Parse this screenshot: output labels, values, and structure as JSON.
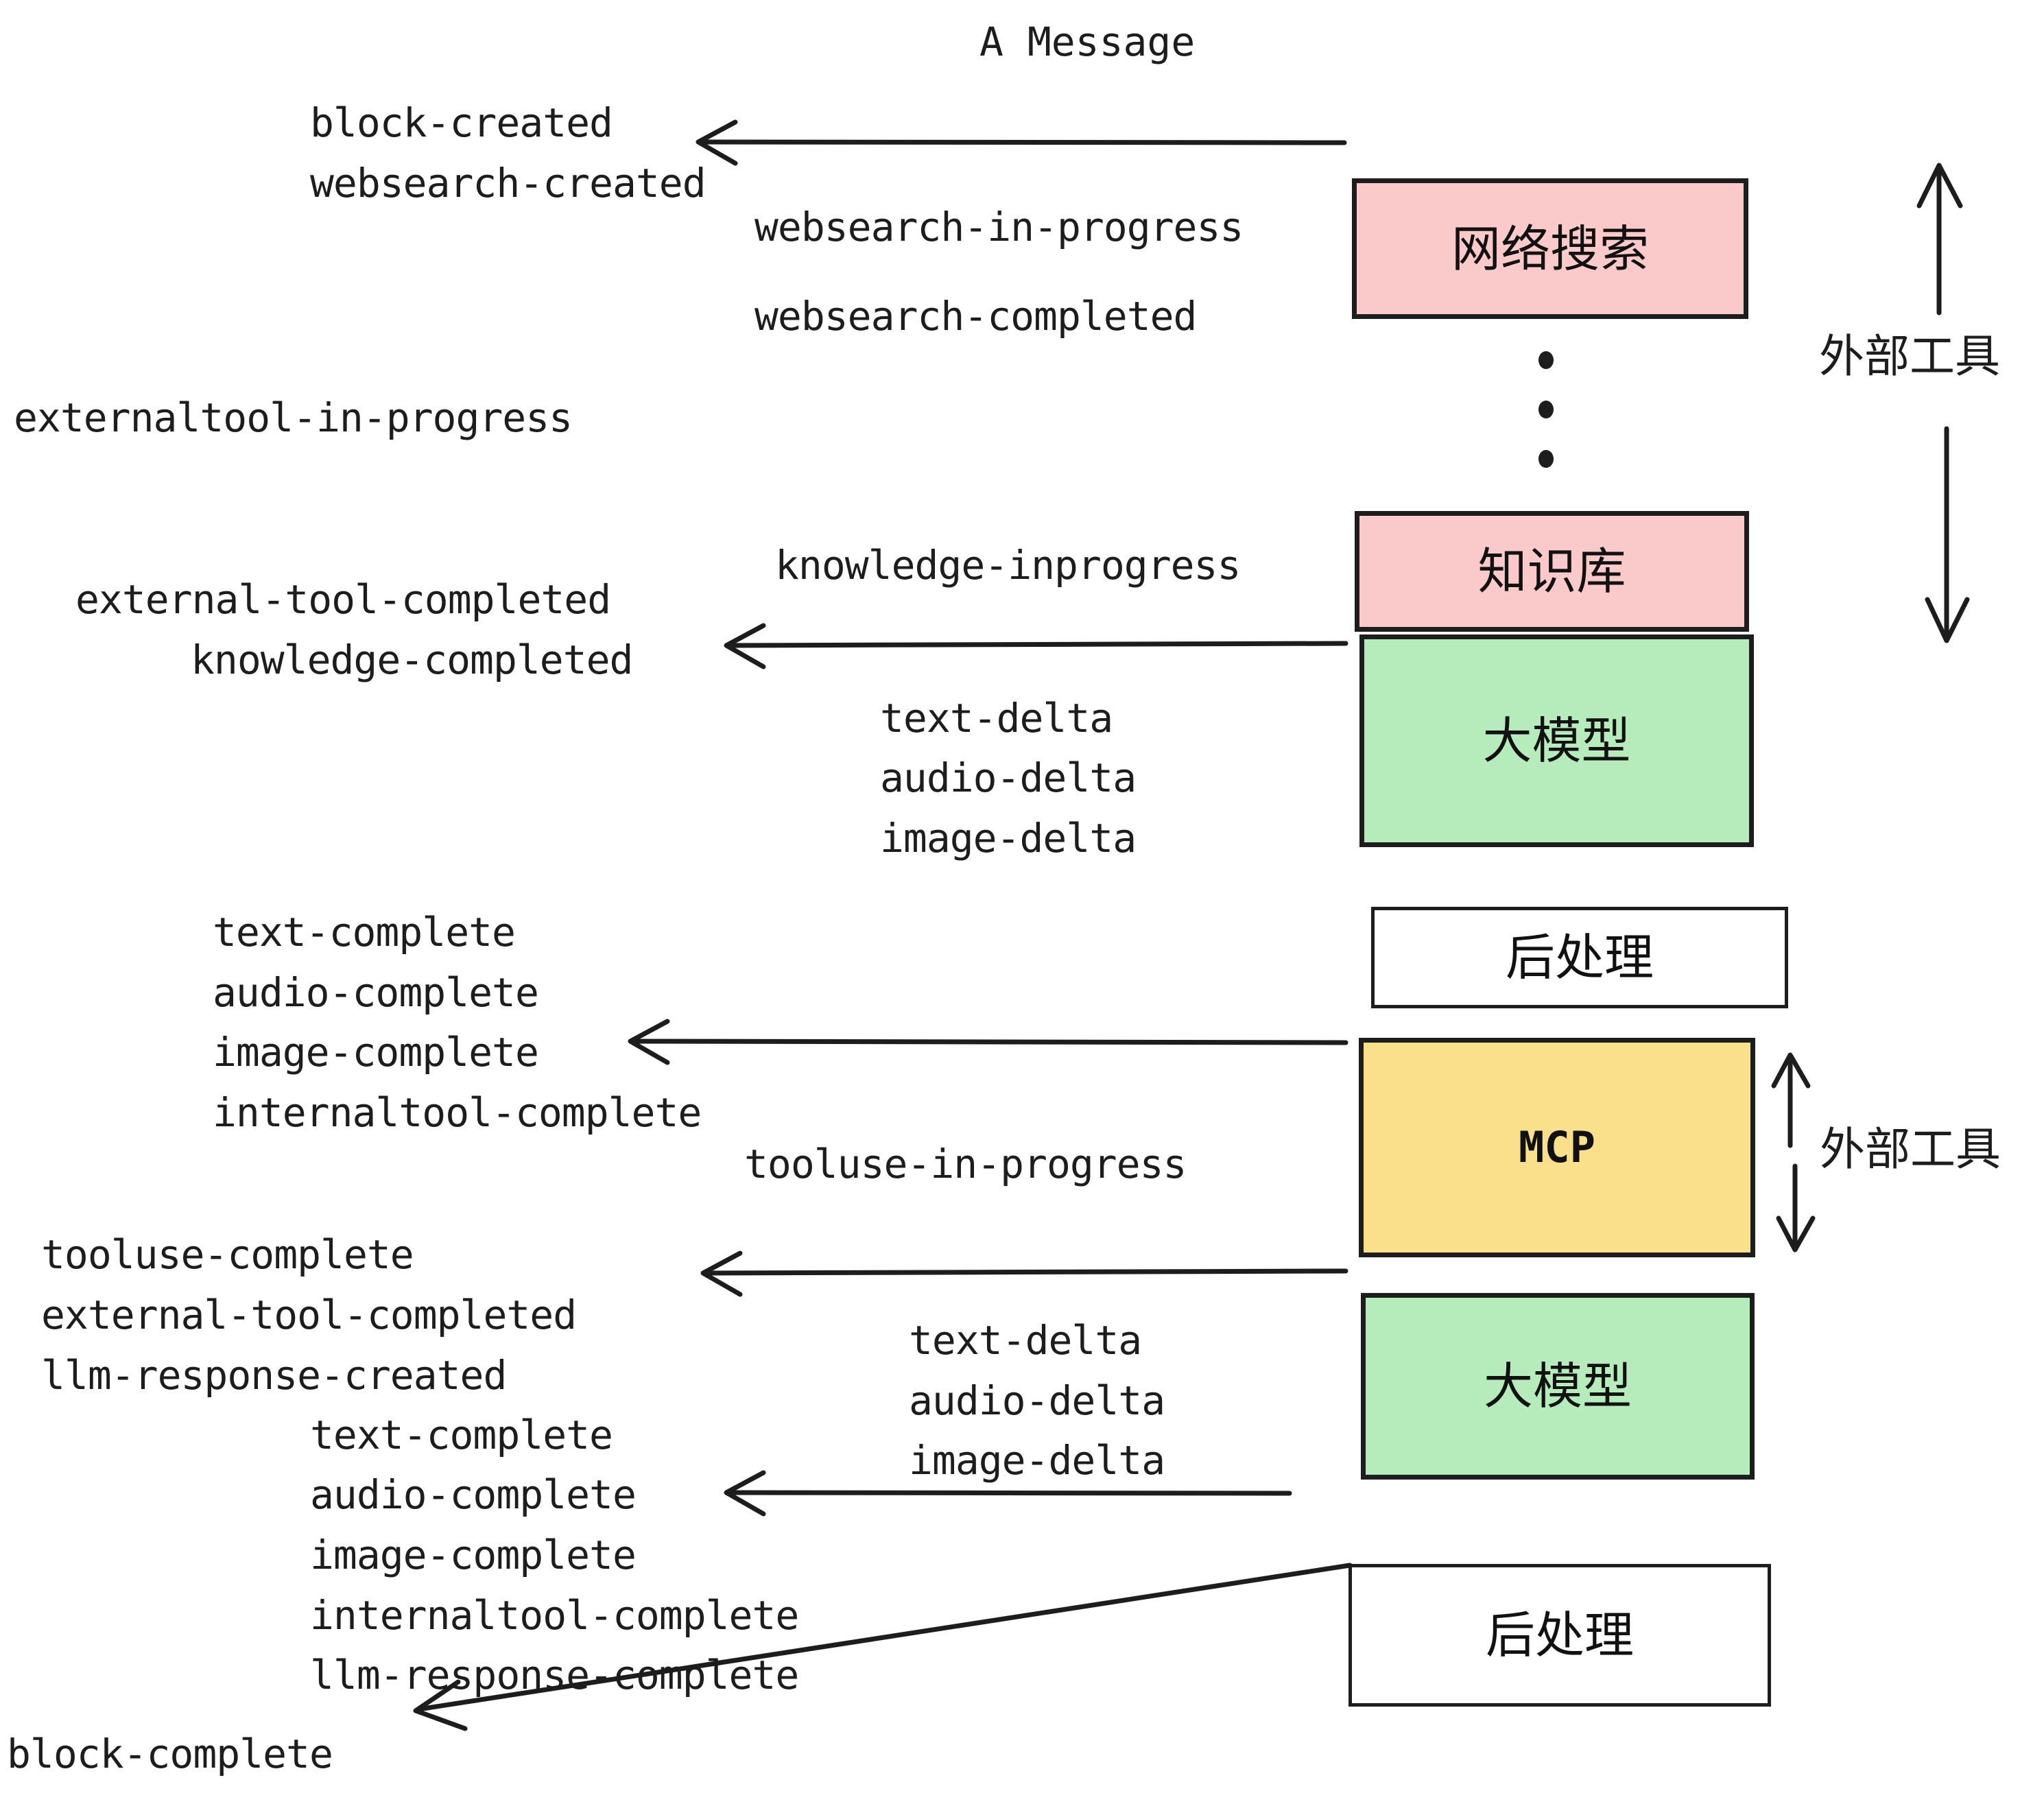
{
  "diagram": {
    "title": "A Message",
    "boxes": [
      {
        "id": "websearch",
        "label": "网络搜索",
        "color": "#fac9c9",
        "kind": "cn"
      },
      {
        "id": "knowledge",
        "label": "知识库",
        "color": "#fac9c9",
        "kind": "cn"
      },
      {
        "id": "llm-1",
        "label": "大模型",
        "color": "#b6ecbb",
        "kind": "cn"
      },
      {
        "id": "postprocess-1",
        "label": "后处理",
        "color": "#ffffff",
        "kind": "cn"
      },
      {
        "id": "mcp",
        "label": "MCP",
        "color": "#fae08a",
        "kind": "en"
      },
      {
        "id": "llm-2",
        "label": "大模型",
        "color": "#b6ecbb",
        "kind": "cn"
      },
      {
        "id": "postprocess-2",
        "label": "后处理",
        "color": "#ffffff",
        "kind": "cn"
      }
    ],
    "side_labels": [
      {
        "id": "external-tool-top",
        "text": "外部工具"
      },
      {
        "id": "external-tool-bottom",
        "text": "外部工具"
      }
    ],
    "events": [
      {
        "id": "block-created",
        "text": "block-created"
      },
      {
        "id": "websearch-created",
        "text": "websearch-created"
      },
      {
        "id": "websearch-in-progress",
        "text": "websearch-in-progress"
      },
      {
        "id": "websearch-completed",
        "text": "websearch-completed"
      },
      {
        "id": "externaltool-in-progress",
        "text": "externaltool-in-progress"
      },
      {
        "id": "knowledge-inprogress",
        "text": "knowledge-inprogress"
      },
      {
        "id": "external-tool-completed-1",
        "text": "external-tool-completed"
      },
      {
        "id": "knowledge-completed",
        "text": "knowledge-completed"
      },
      {
        "id": "text-delta-1",
        "text": "text-delta"
      },
      {
        "id": "audio-delta-1",
        "text": "audio-delta"
      },
      {
        "id": "image-delta-1",
        "text": "image-delta"
      },
      {
        "id": "text-complete-1",
        "text": "text-complete"
      },
      {
        "id": "audio-complete-1",
        "text": "audio-complete"
      },
      {
        "id": "image-complete-1",
        "text": "image-complete"
      },
      {
        "id": "internaltool-complete-1",
        "text": "internaltool-complete"
      },
      {
        "id": "tooluse-in-progress",
        "text": "tooluse-in-progress"
      },
      {
        "id": "tooluse-complete",
        "text": "tooluse-complete"
      },
      {
        "id": "external-tool-completed-2",
        "text": "external-tool-completed"
      },
      {
        "id": "llm-response-created",
        "text": "llm-response-created"
      },
      {
        "id": "text-delta-2",
        "text": "text-delta"
      },
      {
        "id": "audio-delta-2",
        "text": "audio-delta"
      },
      {
        "id": "image-delta-2",
        "text": "image-delta"
      },
      {
        "id": "text-complete-2",
        "text": "text-complete"
      },
      {
        "id": "audio-complete-2",
        "text": "audio-complete"
      },
      {
        "id": "image-complete-2",
        "text": "image-complete"
      },
      {
        "id": "internaltool-complete-2",
        "text": "internaltool-complete"
      },
      {
        "id": "llm-response-complete",
        "text": "llm-response-complete"
      },
      {
        "id": "block-complete",
        "text": "block-complete"
      }
    ],
    "colors": {
      "pink": "#fac9c9",
      "green": "#b6ecbb",
      "yellow": "#fae08a",
      "white": "#ffffff",
      "stroke": "#1d1d1d"
    }
  }
}
